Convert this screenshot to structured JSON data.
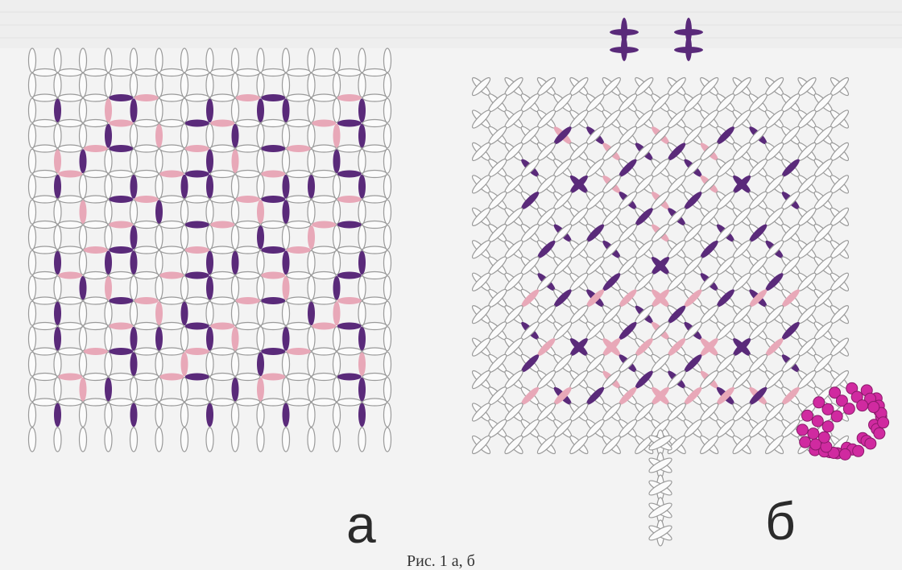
{
  "figure": {
    "label_a": "а",
    "label_b": "б",
    "caption": "Рис. 1 а, б"
  },
  "colors": {
    "background": "#f3f3f3",
    "bead_outline": "#9a9a9a",
    "dark_purple": "#5a2a7a",
    "pink": "#e8a8b8",
    "magenta": "#d02aa0"
  }
}
